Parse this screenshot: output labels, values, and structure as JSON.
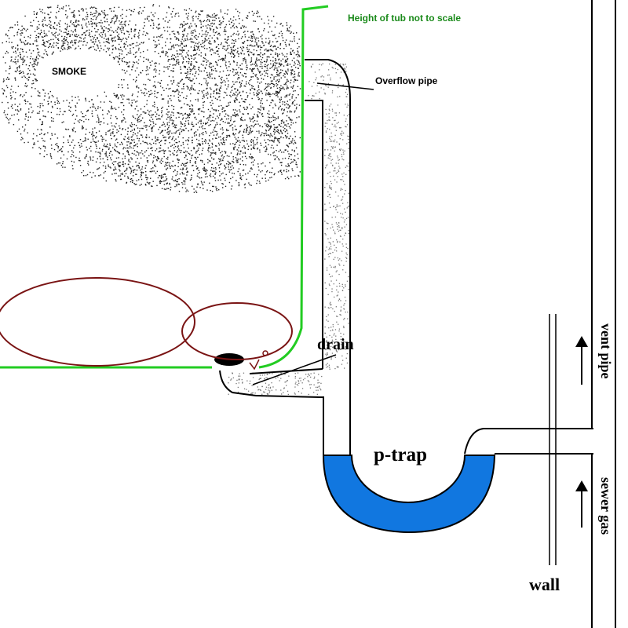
{
  "labels": {
    "smoke": "SMOKE",
    "tub_scale_note": "Height of tub not to scale",
    "overflow_pipe": "Overflow pipe",
    "drain": "drain",
    "p_trap": "p-trap",
    "vent_pipe": "vent pipe",
    "sewer_gas": "sewer gas",
    "wall": "wall"
  },
  "colors": {
    "pipe_outline": "#000000",
    "tub_outline": "#22cc22",
    "tub_note_text": "#1a8a1a",
    "trap_water": "#1177e0",
    "drain_circles": "#7a1414",
    "smoke": "#222222",
    "drain_stopper": "#000000"
  }
}
